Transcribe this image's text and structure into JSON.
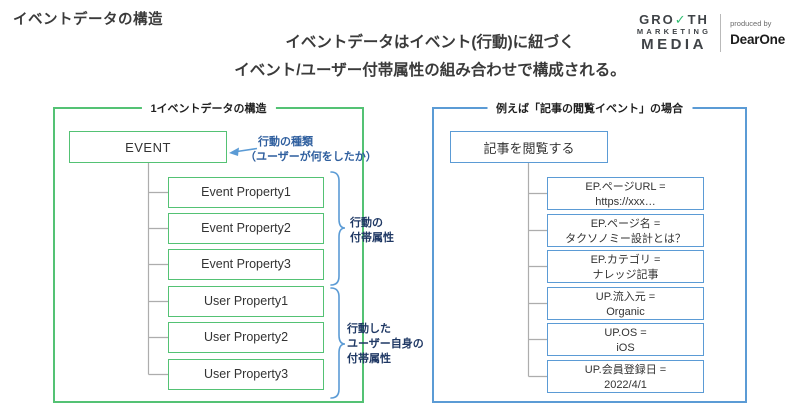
{
  "header": {
    "title": "イベントデータの構造",
    "subtitle_line1": "イベントデータはイベント(行動)に紐づく",
    "subtitle_line2": "イベント/ユーザー付帯属性の組み合わせで構成される。"
  },
  "logo": {
    "growth_left": "GRO",
    "growth_check": "✓",
    "growth_right": "TH",
    "marketing": "MARKETING",
    "media": "MEDIA",
    "produced_by": "produced by",
    "brand": "DearOne"
  },
  "left_panel": {
    "title": "1イベントデータの構造",
    "event_label": "EVENT",
    "properties": [
      "Event Property1",
      "Event Property2",
      "Event Property3",
      "User Property1",
      "User Property2",
      "User Property3"
    ],
    "annotation_line1": "行動の種類",
    "annotation_line2": "（ユーザーが何をしたか）",
    "brace1_line1": "行動の",
    "brace1_line2": "付帯属性",
    "brace2_line1": "行動した",
    "brace2_line2": "ユーザー自身の",
    "brace2_line3": "付帯属性"
  },
  "right_panel": {
    "title": "例えば「記事の閲覧イベント」の場合",
    "event_label": "記事を閲覧する",
    "properties": [
      {
        "line1": "EP.ページURL =",
        "line2": "https://xxx…"
      },
      {
        "line1": "EP.ページ名 =",
        "line2": "タクソノミー設計とは？"
      },
      {
        "line1": "EP.カテゴリ =",
        "line2": "ナレッジ記事"
      },
      {
        "line1": "UP.流入元 =",
        "line2": "Organic"
      },
      {
        "line1": "UP.OS =",
        "line2": "iOS"
      },
      {
        "line1": "UP.会員登録日 =",
        "line2": "2022/4/1"
      }
    ]
  },
  "colors": {
    "box_green": "#54c274",
    "box_blue": "#5b9bd5",
    "label_navy": "#1f3864",
    "annotation_blue": "#2e5e9e",
    "connector_gray": "#adadad",
    "logo_check_green": "#2fbf71"
  }
}
